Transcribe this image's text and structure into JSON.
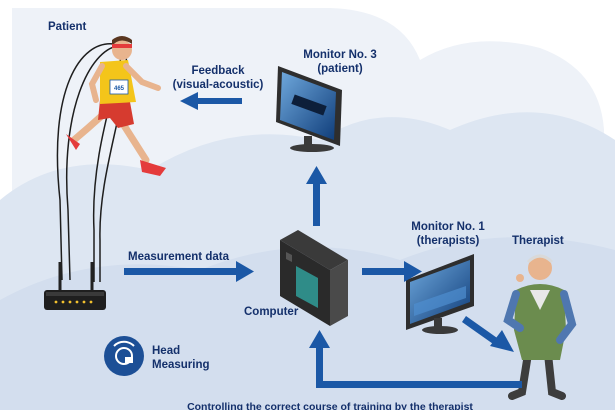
{
  "labels": {
    "patient": "Patient",
    "feedback_line1": "Feedback",
    "feedback_line2": "(visual-acoustic)",
    "monitor3_line1": "Monitor No. 3",
    "monitor3_line2": "(patient)",
    "measurement_data": "Measurement data",
    "computer": "Computer",
    "monitor1_line1": "Monitor No. 1",
    "monitor1_line2": "(therapists)",
    "therapist": "Therapist",
    "head_measuring_line1": "Head",
    "head_measuring_line2": "Measuring",
    "bottom_caption": "Controlling the correct course of training by the therapist"
  },
  "runner_bib": "465",
  "icons": [
    "runner-figure",
    "sensor-router-icon",
    "computer-tower-icon",
    "monitor-patient-icon",
    "monitor-therapist-icon",
    "therapist-figure",
    "head-measuring-icon"
  ],
  "colors": {
    "arrow": "#1b58a6",
    "label": "#14306b",
    "background_blob": "#dde6f2",
    "badge": "#1c4f96"
  }
}
